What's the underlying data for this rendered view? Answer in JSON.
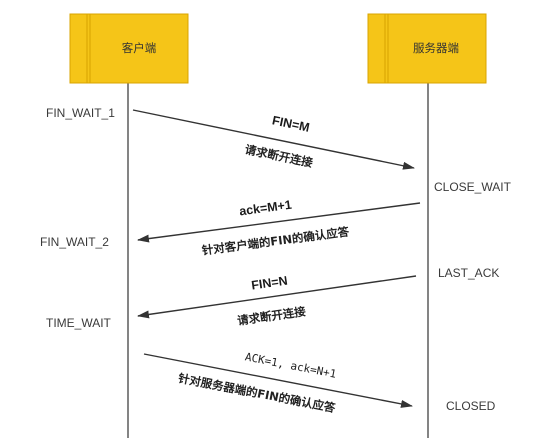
{
  "nodes": {
    "client": "客户端",
    "server": "服务器端"
  },
  "colors": {
    "box_fill": "#f5c518",
    "box_border": "#d9a400",
    "box_stripe": "#d8a300",
    "line": "#333333"
  },
  "client_states": {
    "fin_wait_1": "FIN_WAIT_1",
    "fin_wait_2": "FIN_WAIT_2",
    "time_wait": "TIME_WAIT"
  },
  "server_states": {
    "close_wait": "CLOSE_WAIT",
    "last_ack": "LAST_ACK",
    "closed": "CLOSED"
  },
  "messages": [
    {
      "top": "FIN=M",
      "bottom": "请求断开连接",
      "direction": "client-to-server"
    },
    {
      "top": "ack=M+1",
      "bottom": "针对客户端的FIN的确认应答",
      "direction": "server-to-client"
    },
    {
      "top": "FIN=N",
      "bottom": "请求断开连接",
      "direction": "server-to-client"
    },
    {
      "top": "ACK=1, ack=N+1",
      "bottom": "针对服务器端的FIN的确认应答",
      "direction": "client-to-server"
    }
  ]
}
